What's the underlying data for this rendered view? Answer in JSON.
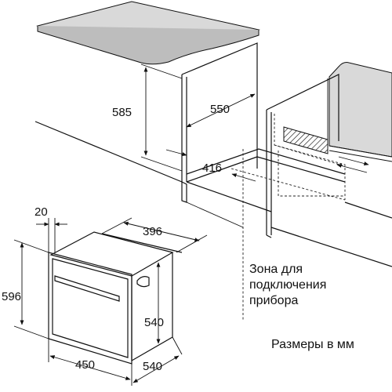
{
  "dimensions": {
    "cabinet_height": "585",
    "cabinet_depth": "550",
    "cabinet_inner_depth": "416",
    "oven_front_thickness": "20",
    "oven_depth_top": "396",
    "oven_height": "596",
    "oven_body_height": "540",
    "oven_width": "450",
    "oven_depth_bottom": "540"
  },
  "notes": {
    "connection_zone": [
      "Зона для",
      "подключения",
      "прибора"
    ],
    "units": "Размеры в мм"
  },
  "colors": {
    "countertop": "#d9d9d9",
    "line": "#111111",
    "background": "#ffffff"
  }
}
